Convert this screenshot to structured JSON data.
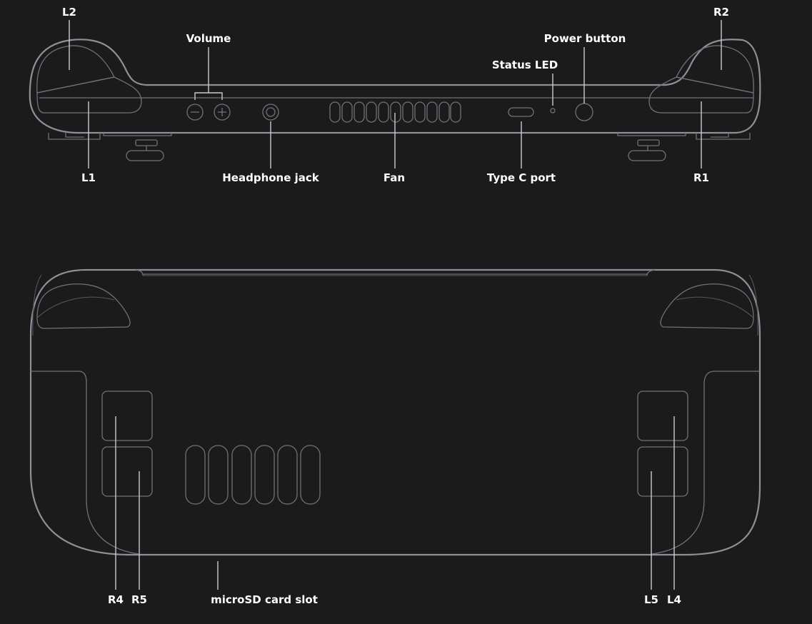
{
  "labels": {
    "l2": "L2",
    "r2": "R2",
    "volume": "Volume",
    "power_button": "Power button",
    "status_led": "Status LED",
    "l1": "L1",
    "headphone_jack": "Headphone jack",
    "fan": "Fan",
    "type_c_port": "Type C port",
    "r1": "R1",
    "r4": "R4",
    "r5": "R5",
    "microsd_card_slot": "microSD card slot",
    "l5": "L5",
    "l4": "L4"
  },
  "colors": {
    "background": "#1b1b1c",
    "outline": "#8c9098",
    "label": "#ffffff"
  }
}
